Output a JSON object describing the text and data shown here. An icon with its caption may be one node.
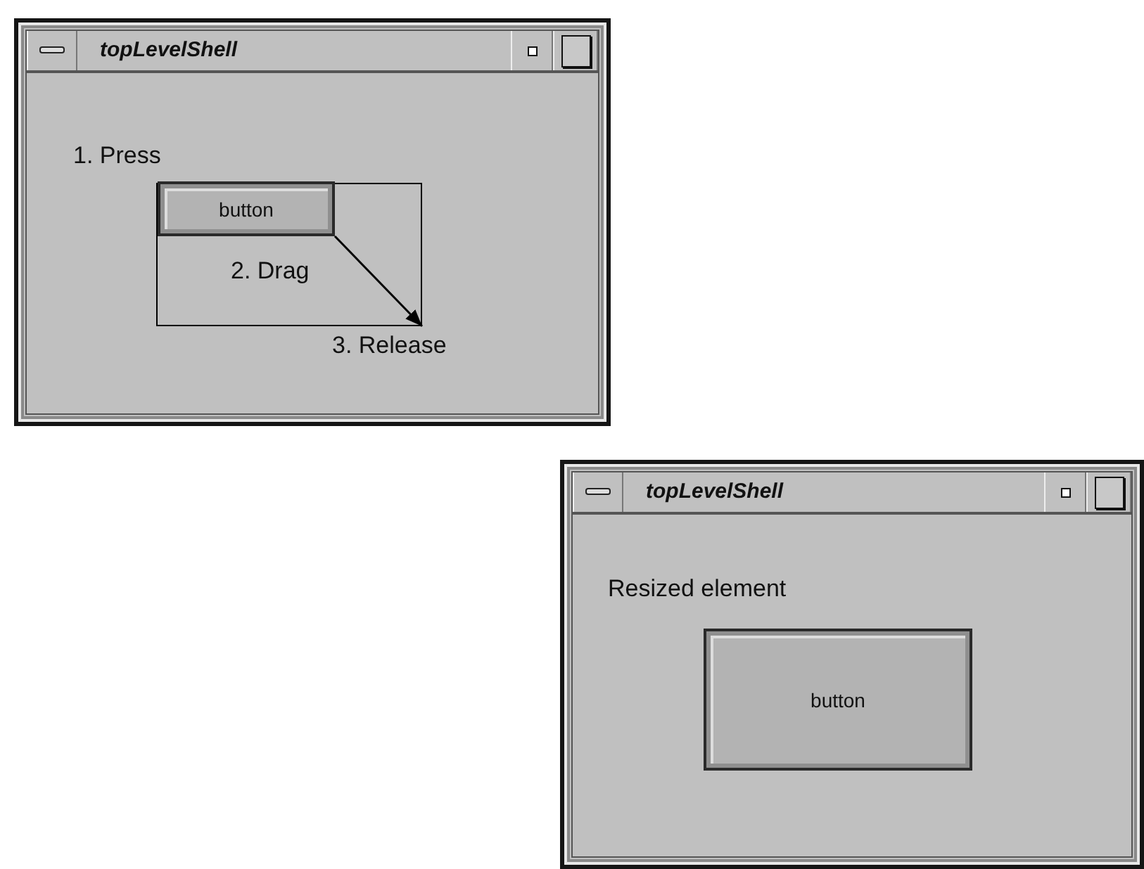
{
  "diagram": {
    "nodes": [
      {
        "text": [
          "topLevelShell"
        ]
      },
      {
        "text": [],
        "shape": "box",
        "in": 0
      },
      {
        "text": [
          "button"
        ],
        "in": 1
      },
      {
        "text": [
          "topLevelShell"
        ]
      },
      {
        "text": [
          "button"
        ],
        "in": 3
      }
    ],
    "edges": [
      {
        "from": 2,
        "to": 1,
        "arrow": "to"
      }
    ],
    "labels": [
      "1. Press",
      "2. Drag",
      "3. Release",
      "Resized element"
    ]
  }
}
